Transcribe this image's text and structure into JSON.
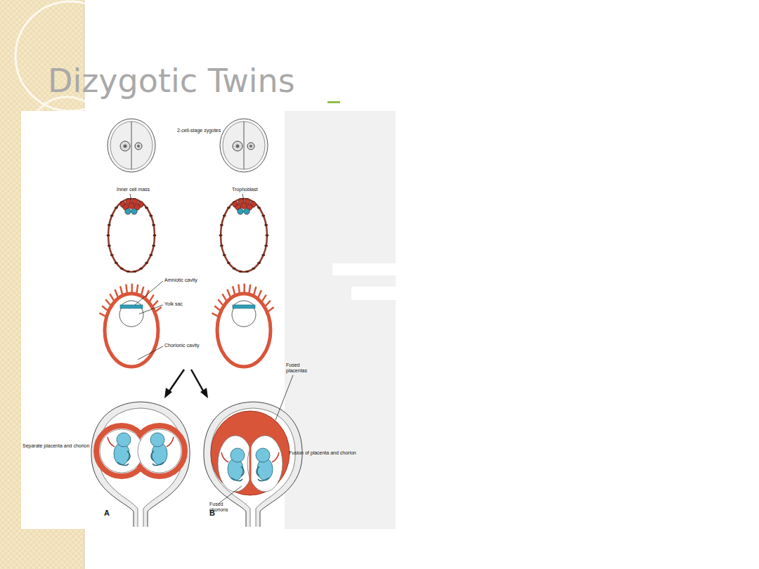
{
  "diagram": {
    "title": "Dizygotic Twins",
    "labels": [
      "2-cell-stage zygotes",
      "Inner cell mass",
      "Trophoblast",
      "Amniotic cavity",
      "Yolk sac",
      "Chorionic cavity",
      "Fused placentas",
      "Separate placenta and chorion",
      "Fusion of placenta and chorion",
      "Fused chorions",
      "A",
      "B"
    ]
  }
}
